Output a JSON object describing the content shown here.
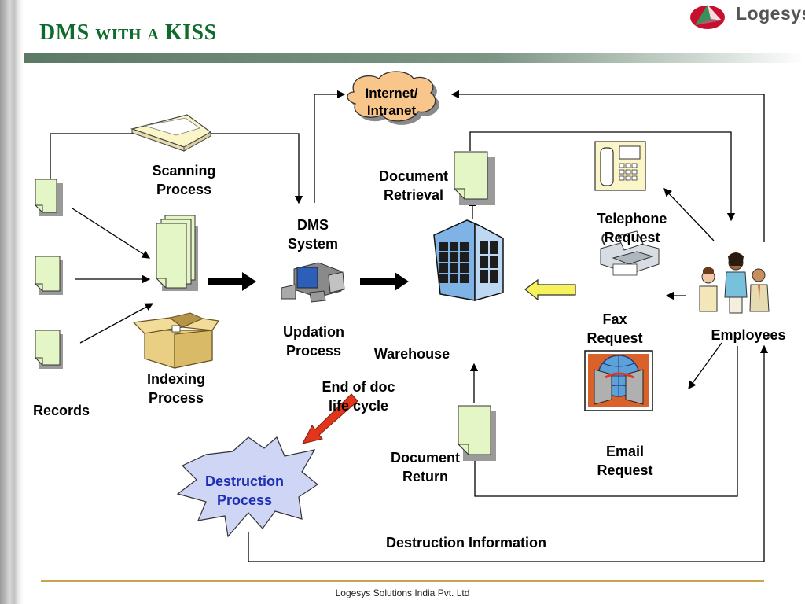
{
  "slide": {
    "title": "DMS with a KISS",
    "logo_text": "Logesys",
    "footer": "Logesys Solutions India Pvt. Ltd"
  },
  "labels": {
    "scanning": "Scanning\nProcess",
    "indexing": "Indexing\nProcess",
    "records": "Records",
    "dms_system": "DMS\nSystem",
    "updation": "Updation\nProcess",
    "internet": "Internet/\nIntranet",
    "doc_retrieval": "Document\nRetrieval",
    "warehouse": "Warehouse",
    "end_of_doc": "End of doc\nlife cycle",
    "destruction": "Destruction\nProcess",
    "doc_return": "Document\nReturn",
    "telephone": "Telephone\nRequest",
    "fax": "Fax\nRequest",
    "email": "Email\nRequest",
    "employees": "Employees",
    "destruction_info": "Destruction Information"
  },
  "colors": {
    "title": "#0e6b2c",
    "doc_fill": "#e4f5c6",
    "cloud_fill": "#f8c58a",
    "destruction_fill": "#cfd6f5",
    "destruction_text": "#1f2fb3",
    "arrow_yellow": "#f7f25a",
    "arrow_red": "#e2361b",
    "footer_line": "#c8a54a"
  },
  "icons": {
    "scanner": "scanner-icon",
    "document": "document-icon",
    "box": "open-box-icon",
    "computer": "computer-icon",
    "building": "warehouse-building-icon",
    "telephone": "telephone-icon",
    "fax": "fax-machine-icon",
    "email": "email-globe-icon",
    "employees": "people-icon"
  }
}
